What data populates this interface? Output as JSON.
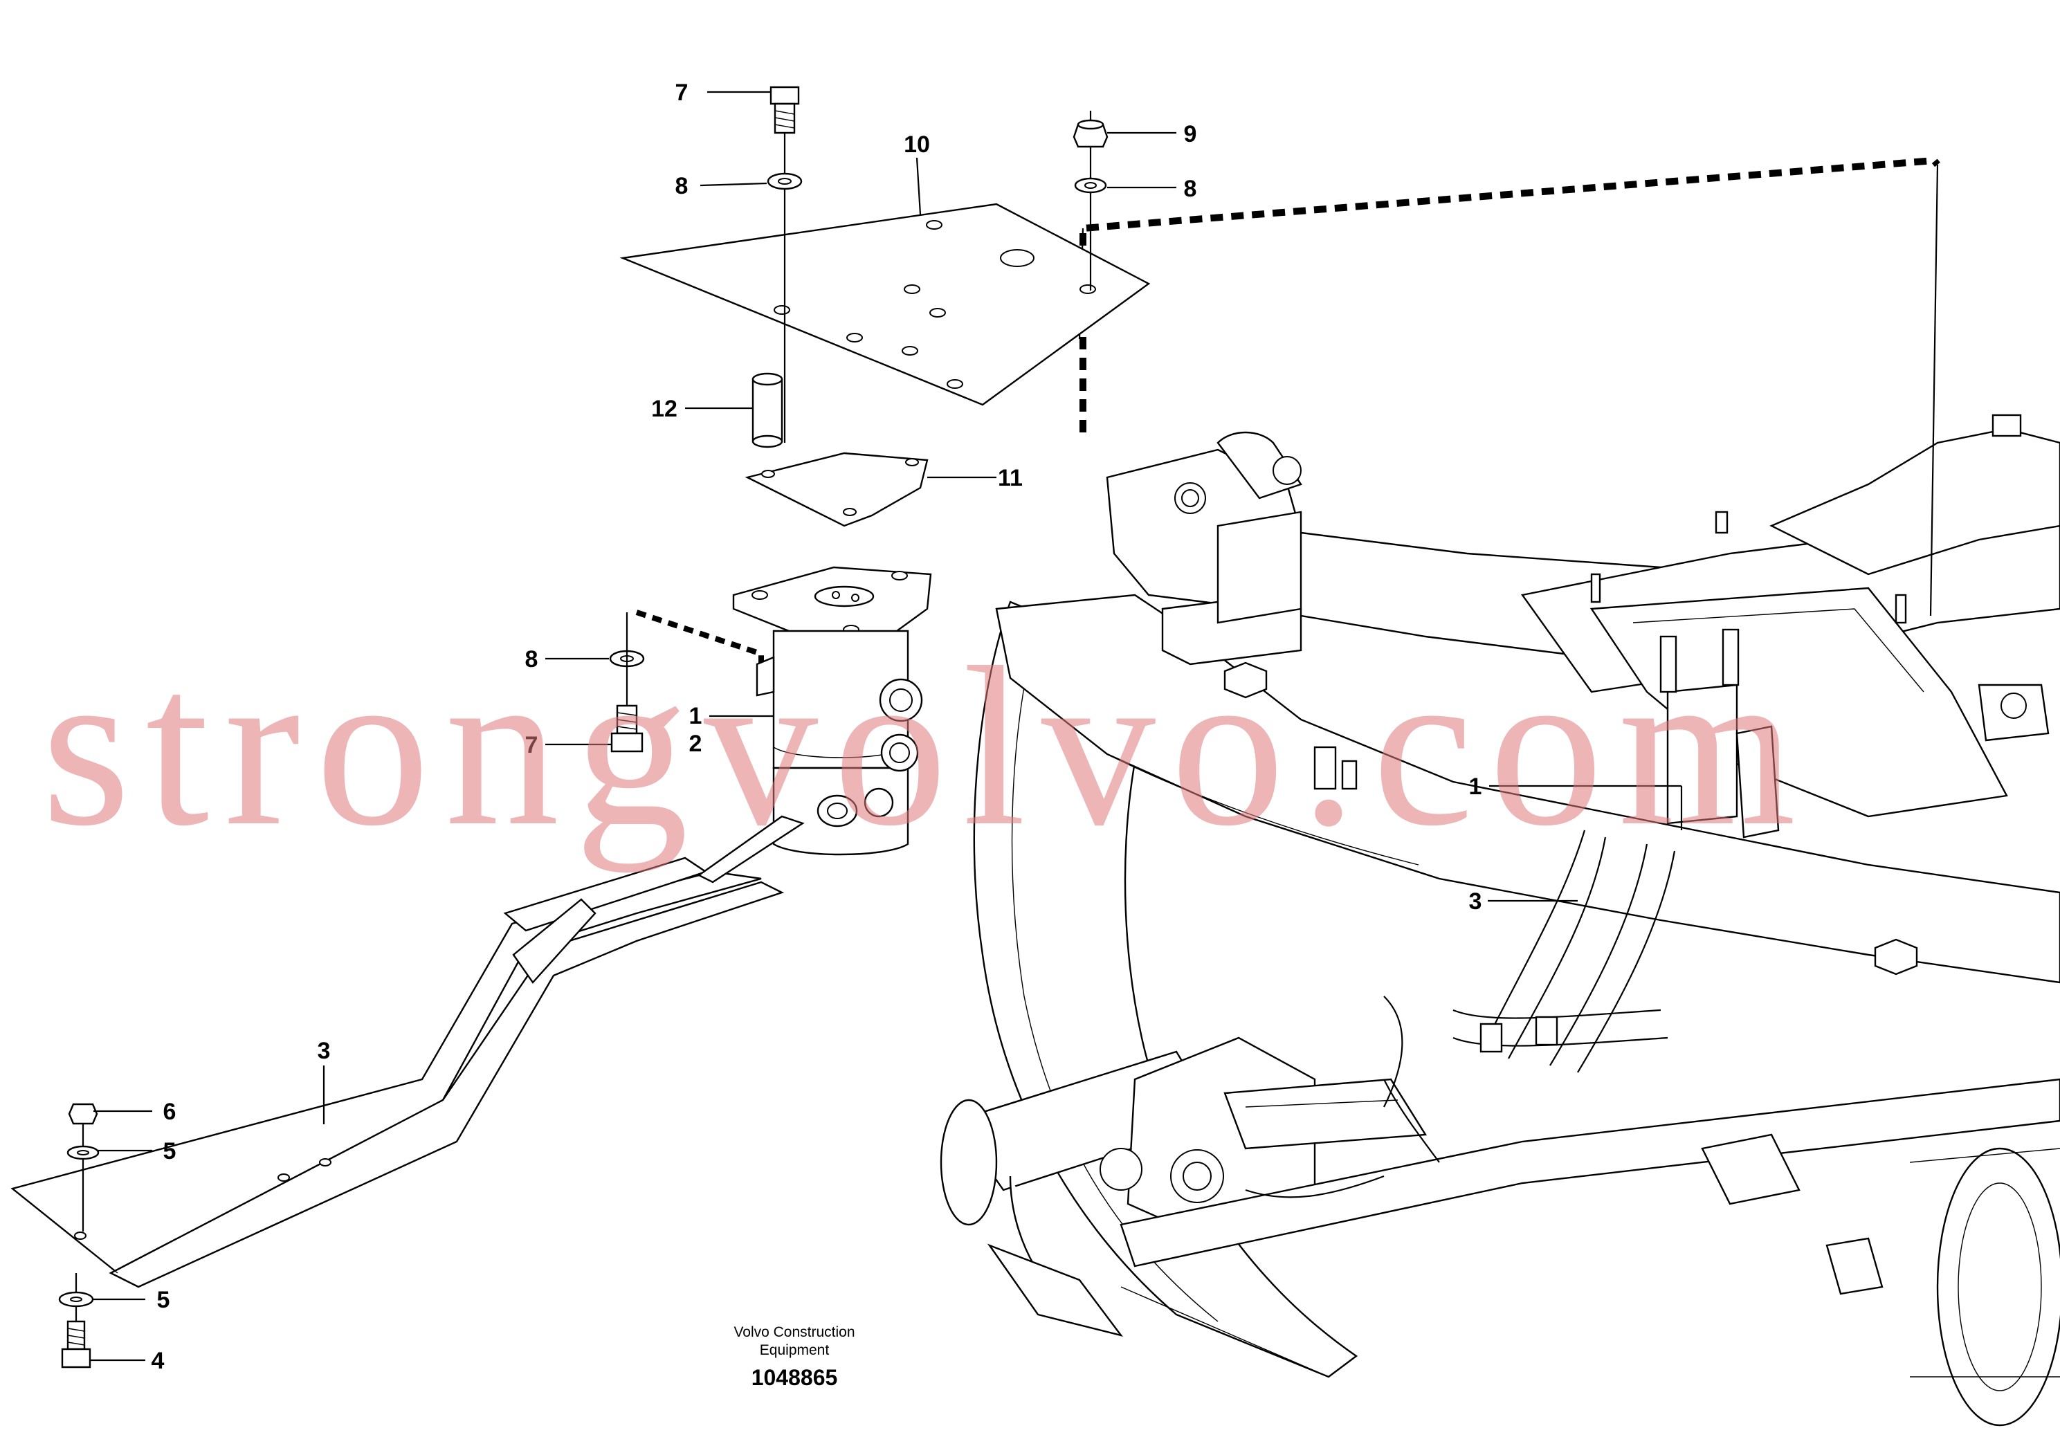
{
  "diagram": {
    "callouts": [
      {
        "id": "c7a",
        "label": "7"
      },
      {
        "id": "c8a",
        "label": "8"
      },
      {
        "id": "c10",
        "label": "10"
      },
      {
        "id": "c9",
        "label": "9"
      },
      {
        "id": "c8b",
        "label": "8"
      },
      {
        "id": "c12",
        "label": "12"
      },
      {
        "id": "c11",
        "label": "11"
      },
      {
        "id": "c8c",
        "label": "8"
      },
      {
        "id": "c1a",
        "label": "1"
      },
      {
        "id": "c2",
        "label": "2"
      },
      {
        "id": "c7b",
        "label": "7"
      },
      {
        "id": "c3a",
        "label": "3"
      },
      {
        "id": "c6",
        "label": "6"
      },
      {
        "id": "c5a",
        "label": "5"
      },
      {
        "id": "c5b",
        "label": "5"
      },
      {
        "id": "c4",
        "label": "4"
      },
      {
        "id": "c1b",
        "label": "1"
      },
      {
        "id": "c3b",
        "label": "3"
      }
    ],
    "caption_line1": "Volvo Construction",
    "caption_line2": "Equipment",
    "document_number": "1048865",
    "watermark": "strongvolvo.com"
  }
}
